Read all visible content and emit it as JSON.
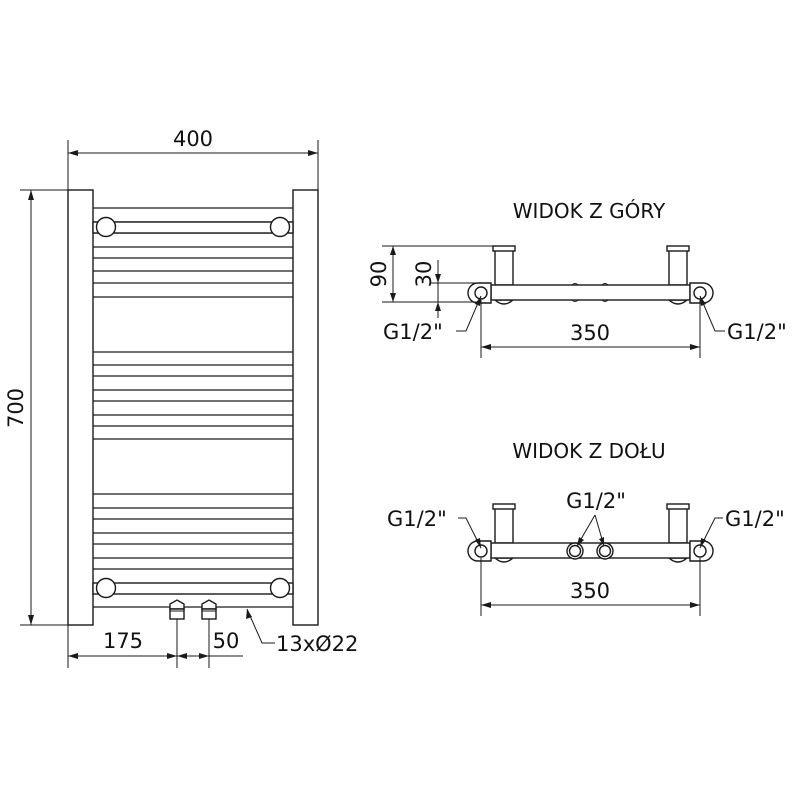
{
  "front_view": {
    "width_label": "400",
    "height_label": "700",
    "offset_label": "175",
    "valve_spacing_label": "50",
    "tube_callout": "13xØ22",
    "tube_count": 13,
    "tube_diameter_mm": 22
  },
  "top_view": {
    "title": "WIDOK Z GÓRY",
    "depth_label": "90",
    "offset_label": "30",
    "axis_label": "350",
    "left_connection": "G1/2\"",
    "right_connection": "G1/2\""
  },
  "bottom_view": {
    "title": "WIDOK Z DOŁU",
    "axis_label": "350",
    "left_connection": "G1/2\"",
    "center_connection": "G1/2\"",
    "right_connection": "G1/2\""
  },
  "colors": {
    "line": "#1a1a1a",
    "background": "#ffffff"
  }
}
